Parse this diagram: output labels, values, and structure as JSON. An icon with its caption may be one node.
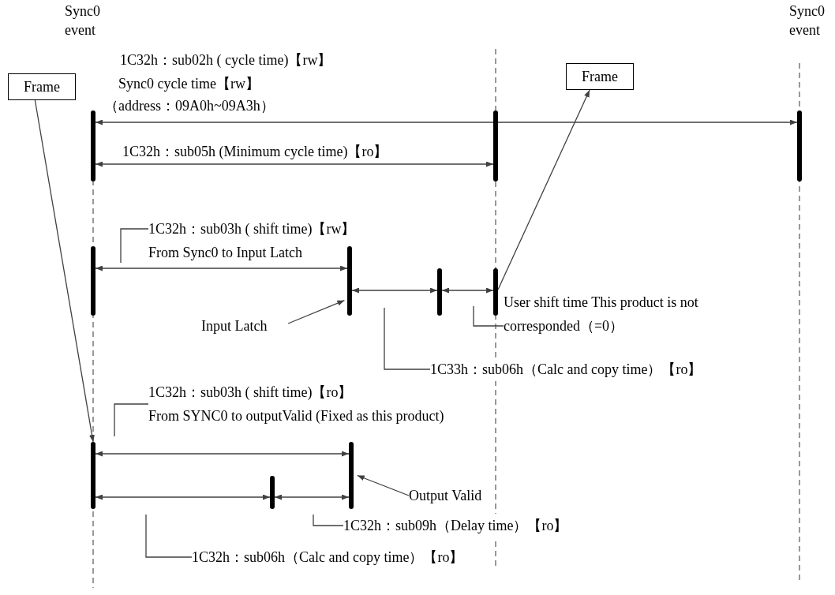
{
  "diagram": {
    "nodes": [
      {
        "text": [
          "Frame"
        ]
      },
      {
        "text": [
          "Frame"
        ]
      },
      {
        "text": [],
        "shape": "bar"
      },
      {
        "text": [],
        "shape": "bar"
      },
      {
        "text": [],
        "shape": "bar"
      },
      {
        "text": [],
        "shape": "bar"
      },
      {
        "text": [],
        "shape": "bar"
      },
      {
        "text": [],
        "shape": "bar"
      },
      {
        "text": [],
        "shape": "bar"
      },
      {
        "text": [],
        "shape": "bar"
      },
      {
        "text": [],
        "shape": "bar"
      },
      {
        "text": [],
        "shape": "bar"
      },
      {
        "text": [
          "1C32h：sub03h ( shift time)【rw】",
          "From Sync0 to Input Latch"
        ]
      },
      {
        "text": [
          "Input Latch"
        ]
      },
      {
        "text": [
          "User shift time This product is not corresponded（=0）"
        ]
      },
      {
        "text": [
          "1C33h：sub06h（Calc and copy time）【ro】"
        ]
      },
      {
        "text": [
          "1C32h：sub03h ( shift time)【ro】",
          "From SYNC0 to outputValid (Fixed as this product)"
        ]
      },
      {
        "text": [
          "Output Valid"
        ]
      },
      {
        "text": [
          "1C32h：sub09h（Delay time）【ro】"
        ]
      },
      {
        "text": [
          "1C32h：sub06h（Calc and copy time）【ro】"
        ]
      }
    ],
    "edges": [
      {
        "from": 0,
        "to": 9,
        "arrow": "to"
      },
      {
        "from": 8,
        "to": 1,
        "arrow": "to"
      },
      {
        "from": 2,
        "to": 4,
        "arrow": "both"
      },
      {
        "from": 2,
        "to": 3,
        "arrow": "both",
        "label": "1C32h：sub05h (Minimum cycle time)【ro】"
      },
      {
        "from": 5,
        "to": 6,
        "arrow": "both"
      },
      {
        "from": 6,
        "to": 7,
        "arrow": "both"
      },
      {
        "from": 7,
        "to": 8,
        "arrow": "both"
      },
      {
        "from": 9,
        "to": 11,
        "arrow": "both"
      },
      {
        "from": 9,
        "to": 10,
        "arrow": "both"
      },
      {
        "from": 10,
        "to": 11,
        "arrow": "both"
      },
      {
        "from": 13,
        "to": 6,
        "arrow": "to"
      },
      {
        "from": 17,
        "to": 11,
        "arrow": "to"
      },
      {
        "from": 12,
        "to": null,
        "arrow": "none"
      },
      {
        "from": 14,
        "to": null,
        "arrow": "none"
      },
      {
        "from": 15,
        "to": null,
        "arrow": "none"
      },
      {
        "from": 16,
        "to": null,
        "arrow": "none"
      },
      {
        "from": 18,
        "to": null,
        "arrow": "none"
      },
      {
        "from": 19,
        "to": null,
        "arrow": "none"
      }
    ],
    "labels": [
      "Sync0 event",
      "Sync0 event",
      "1C32h：sub02h ( cycle time)【rw】",
      "Sync0 cycle time【rw】",
      "（address：09A0h~09A3h）"
    ]
  }
}
